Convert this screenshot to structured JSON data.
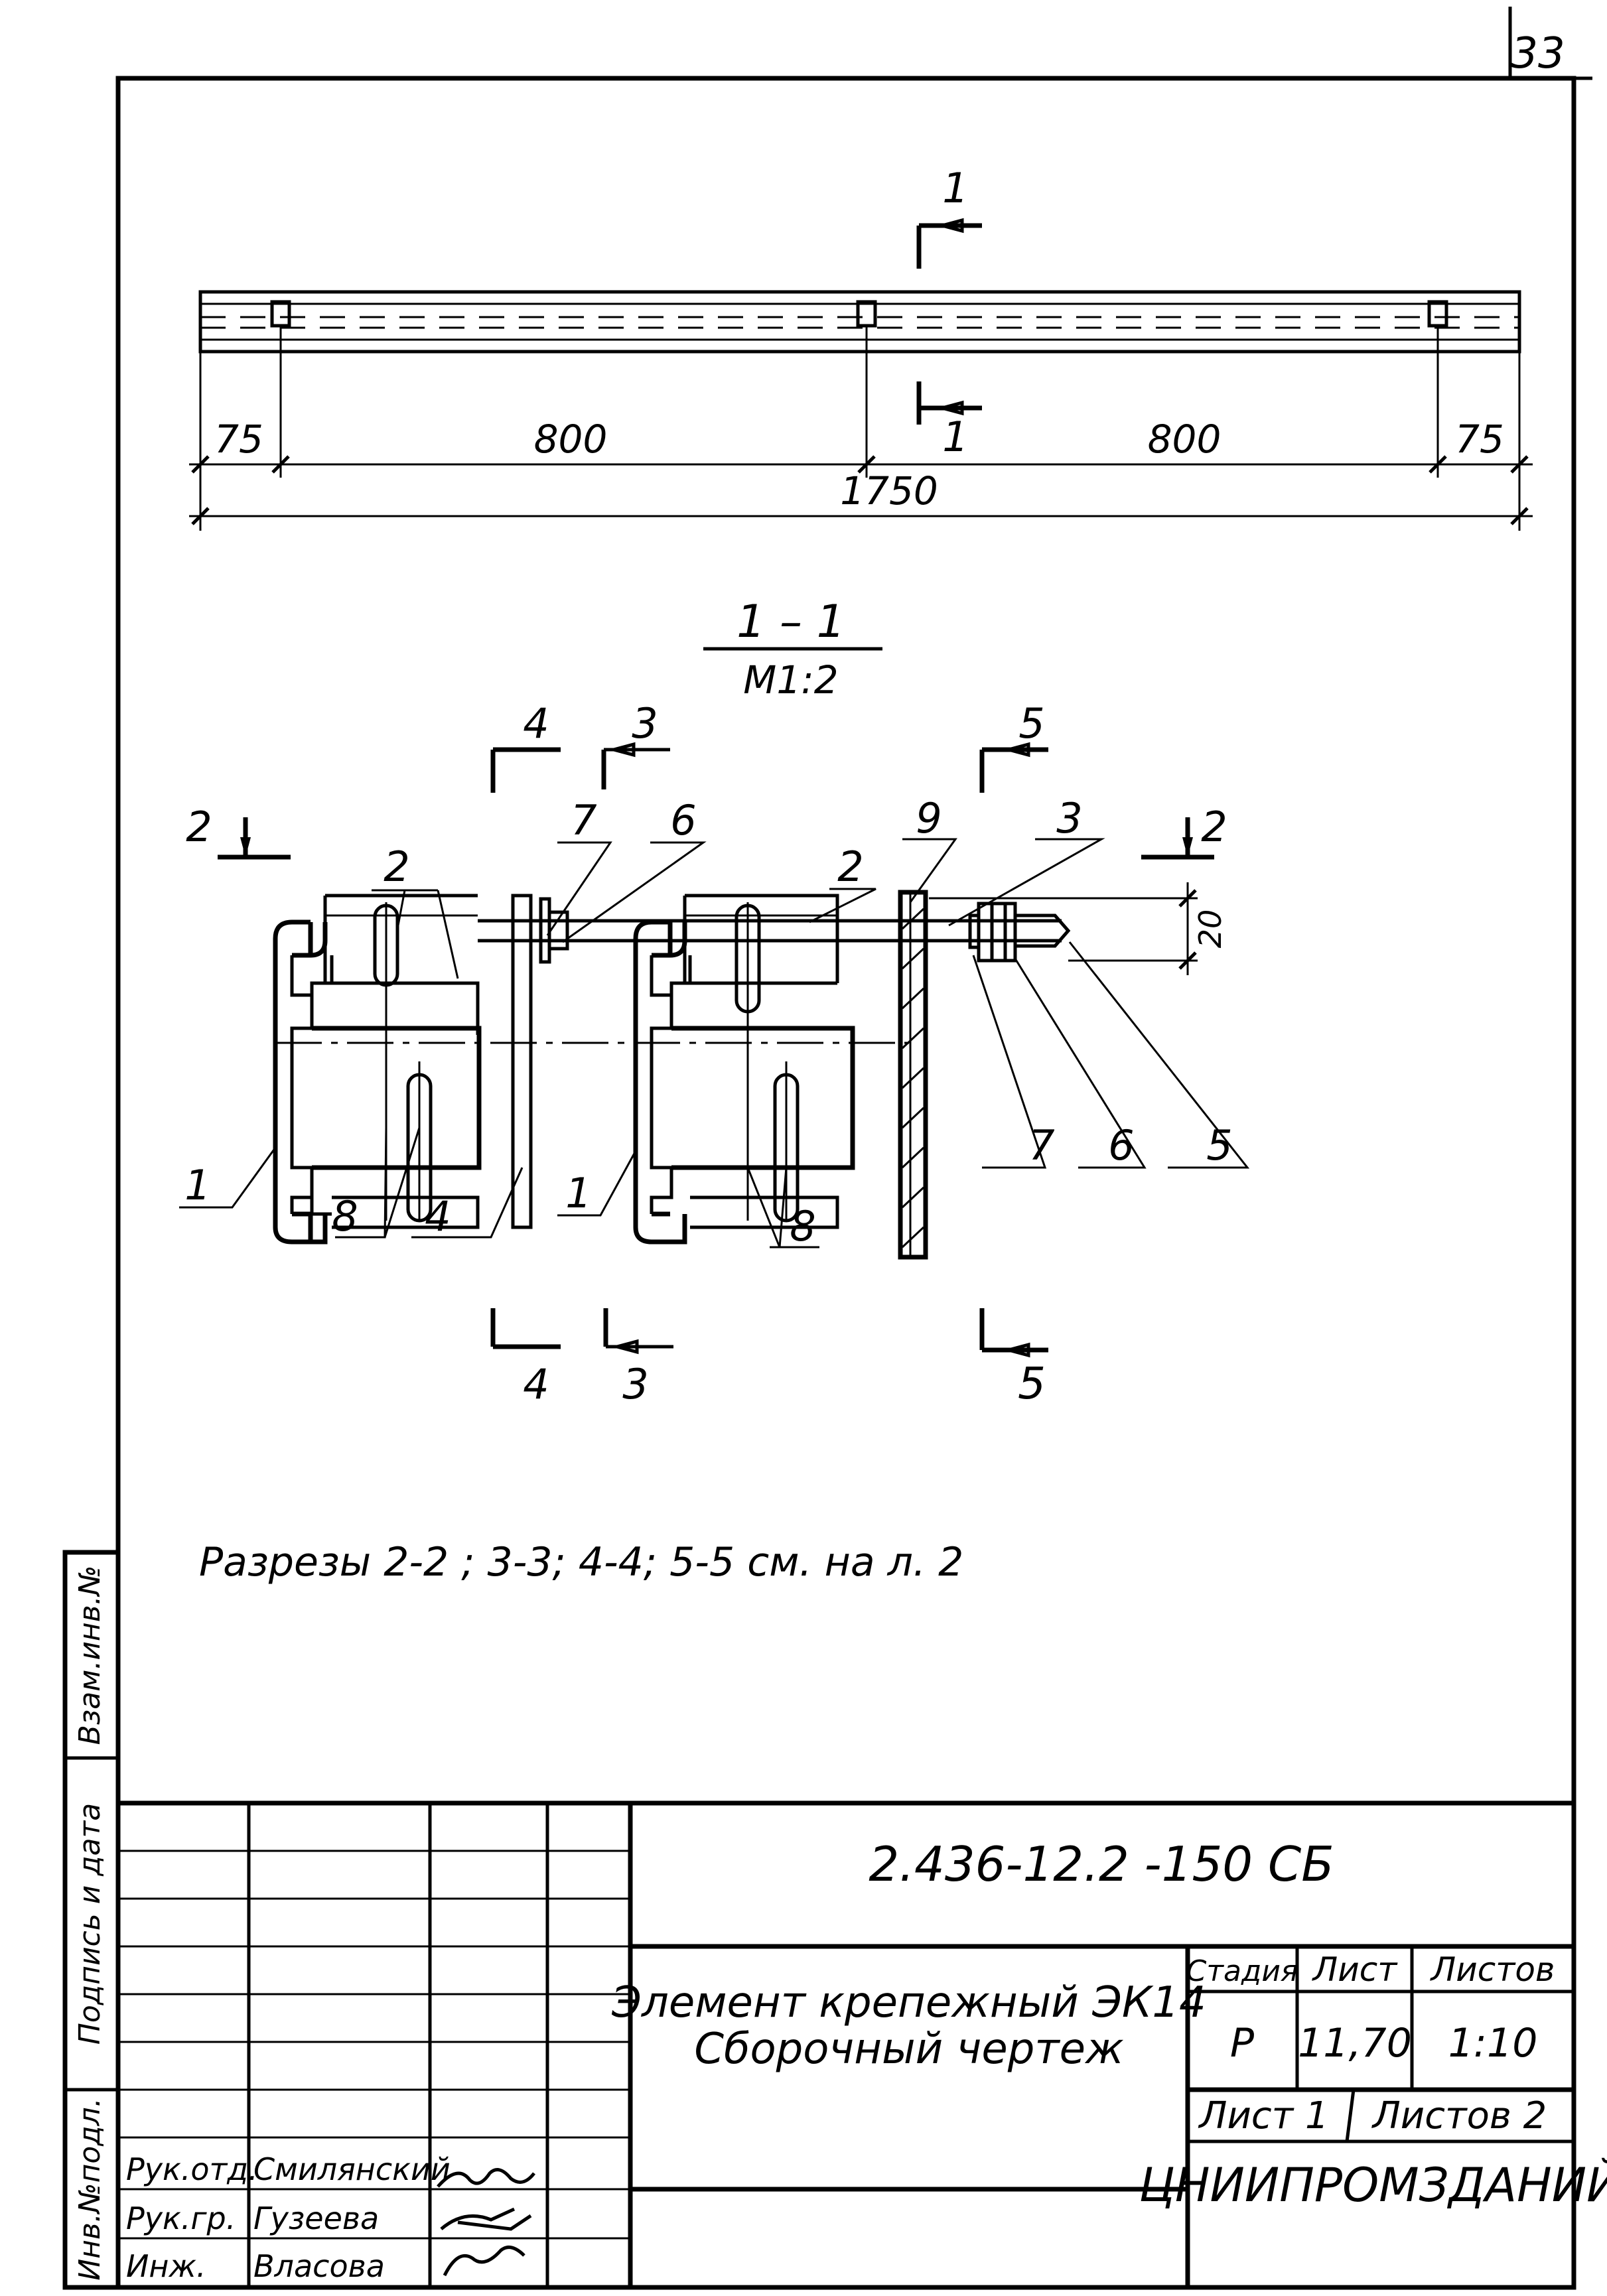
{
  "page_number": "33",
  "plan": {
    "dims": [
      "75",
      "800",
      "800",
      "75"
    ],
    "overall": "1750",
    "cut_top": "1",
    "cut_bottom": "1"
  },
  "section": {
    "title": "1 – 1",
    "scale": "М1:2",
    "cut4_top": "4",
    "cut3_top": "3",
    "cut5_top": "5",
    "cut2_left": "2",
    "cut2_right": "2",
    "cut4_bottom": "4",
    "cut3_bottom": "3",
    "cut5_bottom": "5",
    "dim20": "20",
    "callouts": {
      "c1a": "1",
      "c1b": "1",
      "c2a": "2",
      "c2b": "2",
      "c3": "3",
      "c4": "4",
      "c5": "5",
      "c6a": "6",
      "c6b": "6",
      "c7a": "7",
      "c7b": "7",
      "c8a": "8",
      "c8b": "8",
      "c9": "9"
    }
  },
  "note": "Разрезы  2-2 ;  3-3;  4-4;  5-5  см. на  л. 2",
  "side_stamp": {
    "inv_podl": "Инв.№подл.",
    "podpis_data": "Подпись и дата",
    "vzam_inv": "Взам.инв.№"
  },
  "title_block": {
    "doc_code": "2.436-12.2 -150 СБ",
    "name_line1": "Элемент крепежный ЭК14",
    "name_line2": "Сборочный чертеж",
    "stage_header": "Стадия",
    "sheet_header": "Лист",
    "sheets_header": "Листов",
    "stage": "Р",
    "mass": "11,70",
    "scale": "1:10",
    "sheet_info": "Лист 1",
    "sheets_info": "Листов 2",
    "organization": "ЦНИИПРОМЗДАНИЙ",
    "staff": [
      {
        "role": "Рук.отд.",
        "name": "Смилянский"
      },
      {
        "role": "Рук.гр.",
        "name": "Гузеева"
      },
      {
        "role": "Инж.",
        "name": "Власова"
      }
    ]
  }
}
